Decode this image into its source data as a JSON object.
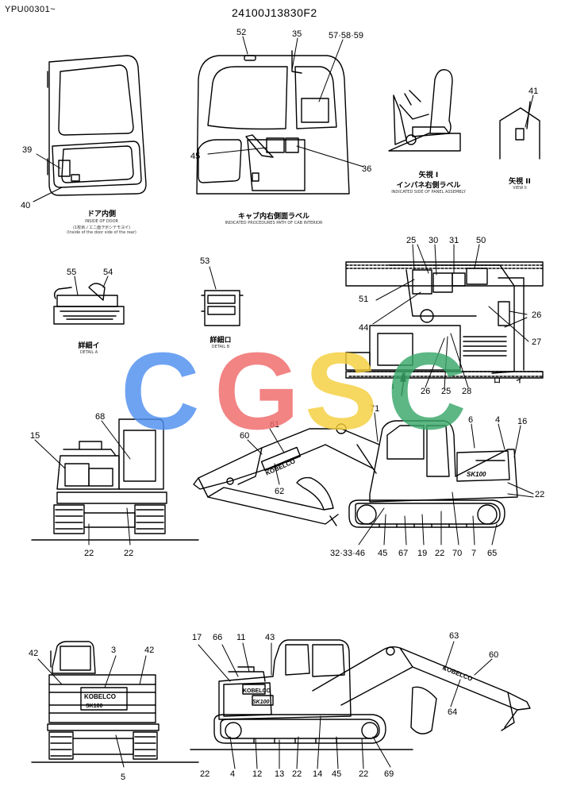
{
  "header": {
    "left_code": "YPU00301~",
    "part_number": "24100J13830F2"
  },
  "watermark": {
    "letters": [
      "C",
      "G",
      "S",
      "C"
    ],
    "colors": [
      "#4f8ff0",
      "#f06a6a",
      "#f5cf3c",
      "#3aa86b"
    ]
  },
  "panels": {
    "door": {
      "caption": "ドア内側",
      "sub1": "INSIDE OF DOOR",
      "sub2": "(1枚目ノエニ面ヲ示シテモヨイ)",
      "sub3": "(Inside of the door side of the rear)"
    },
    "cab": {
      "caption": "キャブ内右側面ラベル",
      "sub1": "INDICATED PROCEDURES PATH OF CAB INTERIOR"
    },
    "view1": {
      "caption": "矢視 I",
      "caption2": "インパネ右側ラベル",
      "sub1": "INDICATED SIDE OF PANEL ASSEMBLY"
    },
    "view2": {
      "caption": "矢視 II",
      "sub1": "VIEW II"
    },
    "detailA": {
      "caption": "詳細イ",
      "sub1": "DETAIL A"
    },
    "detailB": {
      "caption": "詳細ロ",
      "sub1": "DETAIL B"
    },
    "ilabel": "I",
    "dlabel": "ロ",
    "ilabel2": "イ"
  },
  "decals": {
    "brand": "KOBELCO",
    "model": "SK100",
    "model_rear": "SK100"
  },
  "callouts": [
    {
      "id": "c52",
      "text": "52"
    },
    {
      "id": "c35",
      "text": "35"
    },
    {
      "id": "c575859",
      "text": "57·58·59"
    },
    {
      "id": "c39",
      "text": "39"
    },
    {
      "id": "c40",
      "text": "40"
    },
    {
      "id": "c45a",
      "text": "45"
    },
    {
      "id": "c36",
      "text": "36"
    },
    {
      "id": "c41",
      "text": "41"
    },
    {
      "id": "c55",
      "text": "55"
    },
    {
      "id": "c54",
      "text": "54"
    },
    {
      "id": "c53",
      "text": "53"
    },
    {
      "id": "c25a",
      "text": "25"
    },
    {
      "id": "c30",
      "text": "30"
    },
    {
      "id": "c31",
      "text": "31"
    },
    {
      "id": "c50",
      "text": "50"
    },
    {
      "id": "c51",
      "text": "51"
    },
    {
      "id": "c44",
      "text": "44"
    },
    {
      "id": "c26a",
      "text": "26"
    },
    {
      "id": "c27",
      "text": "27"
    },
    {
      "id": "c26b",
      "text": "26"
    },
    {
      "id": "c25b",
      "text": "25"
    },
    {
      "id": "c28",
      "text": "28"
    },
    {
      "id": "c15",
      "text": "15"
    },
    {
      "id": "c68",
      "text": "68"
    },
    {
      "id": "c61",
      "text": "61"
    },
    {
      "id": "c60a",
      "text": "60"
    },
    {
      "id": "c62",
      "text": "62"
    },
    {
      "id": "c71",
      "text": "71"
    },
    {
      "id": "c6",
      "text": "6"
    },
    {
      "id": "c4a",
      "text": "4"
    },
    {
      "id": "c16",
      "text": "16"
    },
    {
      "id": "c22a",
      "text": "22"
    },
    {
      "id": "c22b",
      "text": "22"
    },
    {
      "id": "c22c",
      "text": "22"
    },
    {
      "id": "c323346",
      "text": "32·33·46"
    },
    {
      "id": "c45b",
      "text": "45"
    },
    {
      "id": "c67",
      "text": "67"
    },
    {
      "id": "c19",
      "text": "19"
    },
    {
      "id": "c22d",
      "text": "22"
    },
    {
      "id": "c70",
      "text": "70"
    },
    {
      "id": "c7",
      "text": "7"
    },
    {
      "id": "c65",
      "text": "65"
    },
    {
      "id": "c42a",
      "text": "42"
    },
    {
      "id": "c3",
      "text": "3"
    },
    {
      "id": "c42b",
      "text": "42"
    },
    {
      "id": "c5",
      "text": "5"
    },
    {
      "id": "c17",
      "text": "17"
    },
    {
      "id": "c66",
      "text": "66"
    },
    {
      "id": "c11",
      "text": "11"
    },
    {
      "id": "c43",
      "text": "43"
    },
    {
      "id": "c63",
      "text": "63"
    },
    {
      "id": "c60b",
      "text": "60"
    },
    {
      "id": "c64",
      "text": "64"
    },
    {
      "id": "c22e",
      "text": "22"
    },
    {
      "id": "c4b",
      "text": "4"
    },
    {
      "id": "c12",
      "text": "12"
    },
    {
      "id": "c13",
      "text": "13"
    },
    {
      "id": "c22f",
      "text": "22"
    },
    {
      "id": "c14",
      "text": "14"
    },
    {
      "id": "c45c",
      "text": "45"
    },
    {
      "id": "c22g",
      "text": "22"
    },
    {
      "id": "c69",
      "text": "69"
    }
  ]
}
